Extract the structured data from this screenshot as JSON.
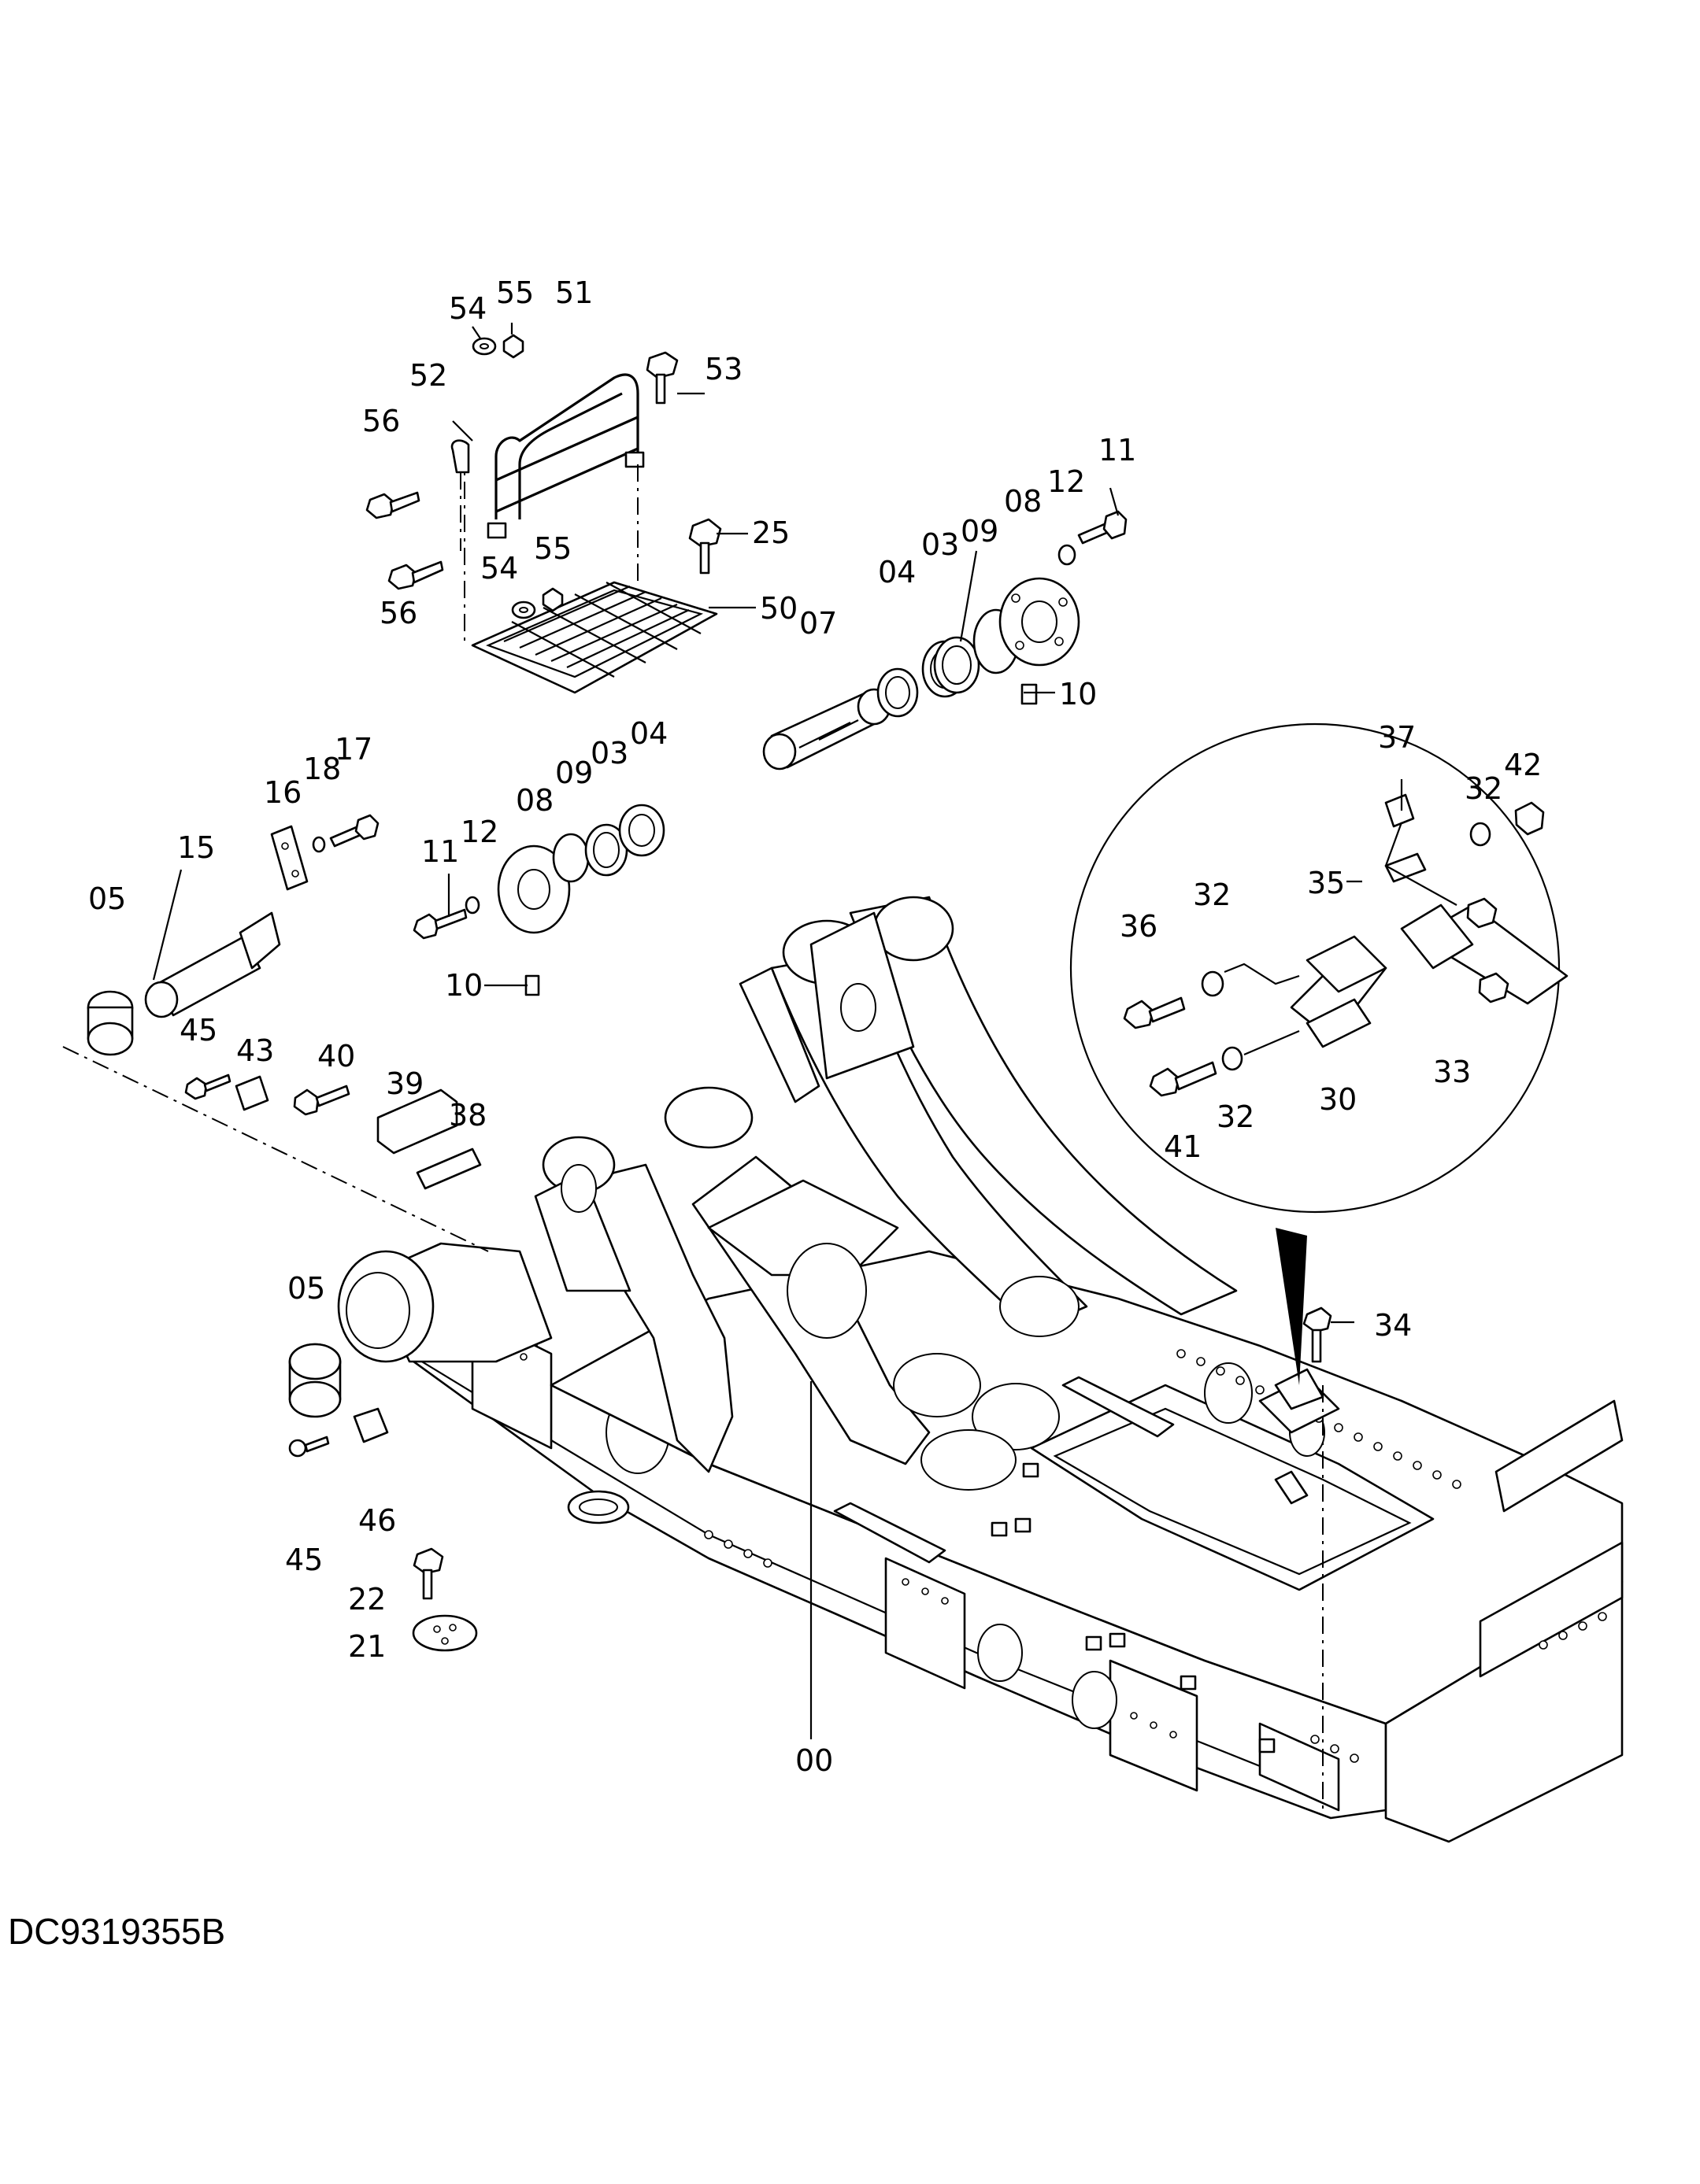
{
  "drawing_code": "DC9319355B",
  "callouts": {
    "c00": "00",
    "c03a": "03",
    "c03b": "03",
    "c04a": "04",
    "c04b": "04",
    "c05a": "05",
    "c05b": "05",
    "c07": "07",
    "c08a": "08",
    "c08b": "08",
    "c09a": "09",
    "c09b": "09",
    "c10a": "10",
    "c10b": "10",
    "c11a": "11",
    "c11b": "11",
    "c12a": "12",
    "c12b": "12",
    "c15": "15",
    "c16": "16",
    "c17": "17",
    "c18": "18",
    "c21": "21",
    "c22": "22",
    "c25": "25",
    "c30": "30",
    "c32a": "32",
    "c32b": "32",
    "c32c": "32",
    "c33": "33",
    "c34": "34",
    "c35": "35",
    "c36": "36",
    "c37": "37",
    "c38": "38",
    "c39": "39",
    "c40": "40",
    "c41": "41",
    "c42": "42",
    "c43": "43",
    "c45a": "45",
    "c45b": "45",
    "c46": "46",
    "c50": "50",
    "c51": "51",
    "c52": "52",
    "c53": "53",
    "c54a": "54",
    "c54b": "54",
    "c55a": "55",
    "c55b": "55",
    "c56a": "56",
    "c56b": "56"
  }
}
